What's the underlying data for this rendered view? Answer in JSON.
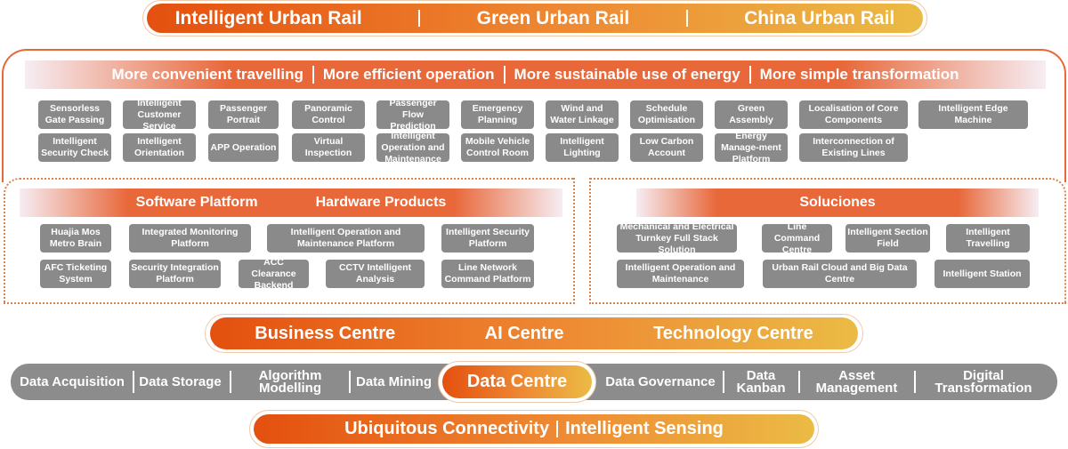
{
  "top_banner": [
    "Intelligent Urban Rail",
    "Green Urban Rail",
    "China Urban Rail"
  ],
  "goals": [
    "More convenient travelling",
    "More efficient operation",
    "More sustainable use of energy",
    "More simple transformation"
  ],
  "applications": {
    "row1": [
      "Sensorless Gate Passing",
      "Intelligent Customer Service",
      "Passenger Portrait",
      "Panoramic Control",
      "Passenger Flow Prediction",
      "Emergency Planning",
      "Wind and Water Linkage",
      "Schedule Optimisation",
      "Green Assembly",
      "Localisation of Core Components",
      "Intelligent Edge Machine"
    ],
    "row2": [
      "Intelligent Security Check",
      "Intelligent Orientation",
      "APP Operation",
      "Virtual Inspection",
      "Intelligent Operation and Maintenance",
      "Mobile Vehicle Control Room",
      "Intelligent Lighting",
      "Low Carbon Account",
      "Energy Manage-ment Platform",
      "Interconnection of Existing Lines"
    ]
  },
  "products": {
    "headers": [
      "Software Platform",
      "Hardware Products"
    ],
    "row1": [
      "Huajia Mos Metro Brain",
      "Integrated Monitoring Platform",
      "Intelligent Operation and Maintenance Platform",
      "Intelligent Security Platform"
    ],
    "row2": [
      "AFC Ticketing System",
      "Security Integration Platform",
      "ACC Clearance Backend",
      "CCTV Intelligent Analysis",
      "Line Network Command Platform"
    ]
  },
  "solutions": {
    "header": "Soluciones",
    "row1": [
      "Mechanical and Electrical Turnkey Full Stack Solution",
      "Line Command Centre",
      "Intelligent Section Field",
      "Intelligent Travelling"
    ],
    "row2": [
      "Intelligent Operation and Maintenance",
      "Urban Rail Cloud and Big Data Centre",
      "Intelligent Station"
    ]
  },
  "centres": [
    "Business Centre",
    "AI Centre",
    "Technology Centre"
  ],
  "data_centre": {
    "title": "Data Centre",
    "left": [
      "Data Acquisition",
      "Data Storage",
      "Algorithm Modelling",
      "Data Mining"
    ],
    "right": [
      "Data Governance",
      "Data Kanban",
      "Asset Management",
      "Digital Transformation"
    ]
  },
  "bottom_banner": [
    "Ubiquitous Connectivity",
    "Intelligent Sensing"
  ]
}
